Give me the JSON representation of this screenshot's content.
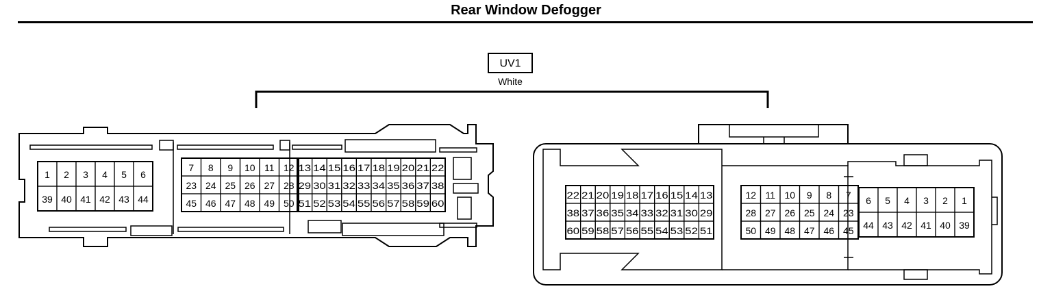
{
  "title": "Rear Window Defogger",
  "connector": {
    "code": "UV1",
    "color": "White"
  },
  "left_view": {
    "group1": [
      [
        "1",
        "2",
        "3",
        "4",
        "5",
        "6"
      ],
      [
        "39",
        "40",
        "41",
        "42",
        "43",
        "44"
      ]
    ],
    "group2": [
      [
        "7",
        "8",
        "9",
        "10",
        "11",
        "12"
      ],
      [
        "23",
        "24",
        "25",
        "26",
        "27",
        "28"
      ],
      [
        "45",
        "46",
        "47",
        "48",
        "49",
        "50"
      ]
    ],
    "group3": [
      [
        "13",
        "14",
        "15",
        "16",
        "17",
        "18",
        "19",
        "20",
        "21",
        "22"
      ],
      [
        "29",
        "30",
        "31",
        "32",
        "33",
        "34",
        "35",
        "36",
        "37",
        "38"
      ],
      [
        "51",
        "52",
        "53",
        "54",
        "55",
        "56",
        "57",
        "58",
        "59",
        "60"
      ]
    ]
  },
  "right_view": {
    "group3": [
      [
        "22",
        "21",
        "20",
        "19",
        "18",
        "17",
        "16",
        "15",
        "14",
        "13"
      ],
      [
        "38",
        "37",
        "36",
        "35",
        "34",
        "33",
        "32",
        "31",
        "30",
        "29"
      ],
      [
        "60",
        "59",
        "58",
        "57",
        "56",
        "55",
        "54",
        "53",
        "52",
        "51"
      ]
    ],
    "group2": [
      [
        "12",
        "11",
        "10",
        "9",
        "8",
        "7"
      ],
      [
        "28",
        "27",
        "26",
        "25",
        "24",
        "23"
      ],
      [
        "50",
        "49",
        "48",
        "47",
        "46",
        "45"
      ]
    ],
    "group1": [
      [
        "6",
        "5",
        "4",
        "3",
        "2",
        "1"
      ],
      [
        "44",
        "43",
        "42",
        "41",
        "40",
        "39"
      ]
    ]
  }
}
